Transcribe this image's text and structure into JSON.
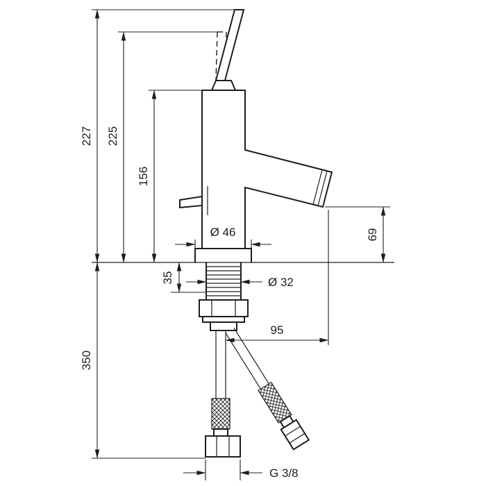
{
  "drawing": {
    "background": "#ffffff",
    "line_color": "#1d1d1b",
    "dimensions": {
      "total_height_max": "227",
      "total_height": "225",
      "height_to_body_top": "156",
      "spout_height": "69",
      "base_diameter": "Ø 46",
      "mounting_hole": "Ø 32",
      "max_mounting_thickness": "35",
      "spout_reach": "95",
      "hose_length": "350",
      "thread": "G 3/8"
    }
  }
}
